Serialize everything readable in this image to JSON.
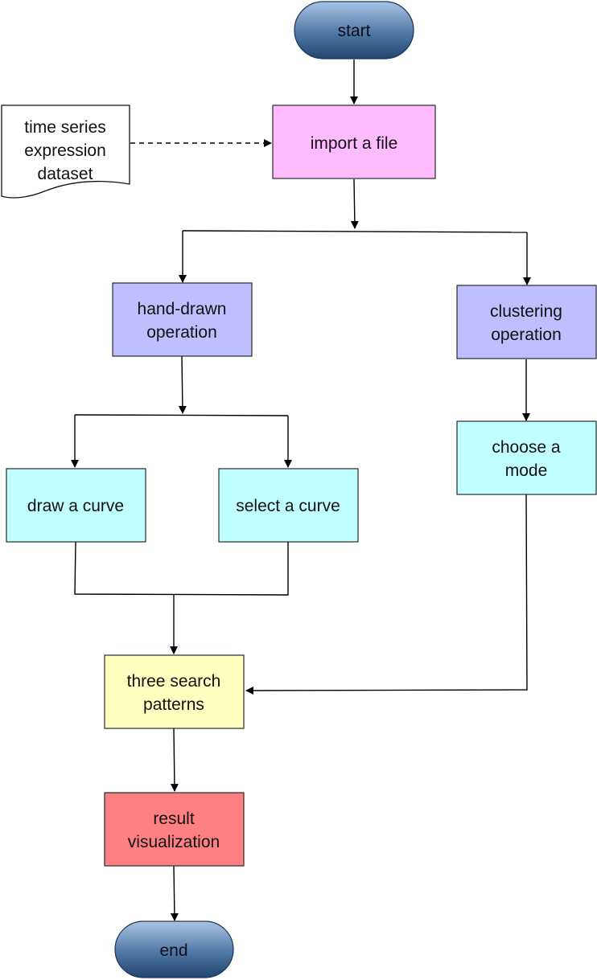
{
  "nodes": {
    "start": {
      "label": "start",
      "kind": "terminator"
    },
    "dataset": {
      "lines": [
        "time series",
        "expression",
        "dataset"
      ],
      "kind": "document"
    },
    "import_file": {
      "label": "import a file",
      "color": "#FFBBFF"
    },
    "hand_drawn": {
      "lines": [
        "hand-drawn",
        "operation"
      ],
      "color": "#BFBFFF"
    },
    "clustering": {
      "lines": [
        "clustering",
        "operation"
      ],
      "color": "#BFBFFF"
    },
    "choose_mode": {
      "lines": [
        "choose a",
        "mode"
      ],
      "color": "#BFFFFF"
    },
    "draw_curve": {
      "label": "draw a curve",
      "color": "#BFFFFF"
    },
    "select_curve": {
      "label": "select a curve",
      "color": "#BFFFFF"
    },
    "search_patterns": {
      "lines": [
        "three search",
        "patterns"
      ],
      "color": "#FFFFBF"
    },
    "result_viz": {
      "lines": [
        "result",
        "visualization"
      ],
      "color": "#FF8080"
    },
    "end": {
      "label": "end",
      "kind": "terminator"
    }
  },
  "colors": {
    "terminator_top": "#a9c4e4",
    "terminator_bottom": "#21466f",
    "line": "#000000"
  }
}
